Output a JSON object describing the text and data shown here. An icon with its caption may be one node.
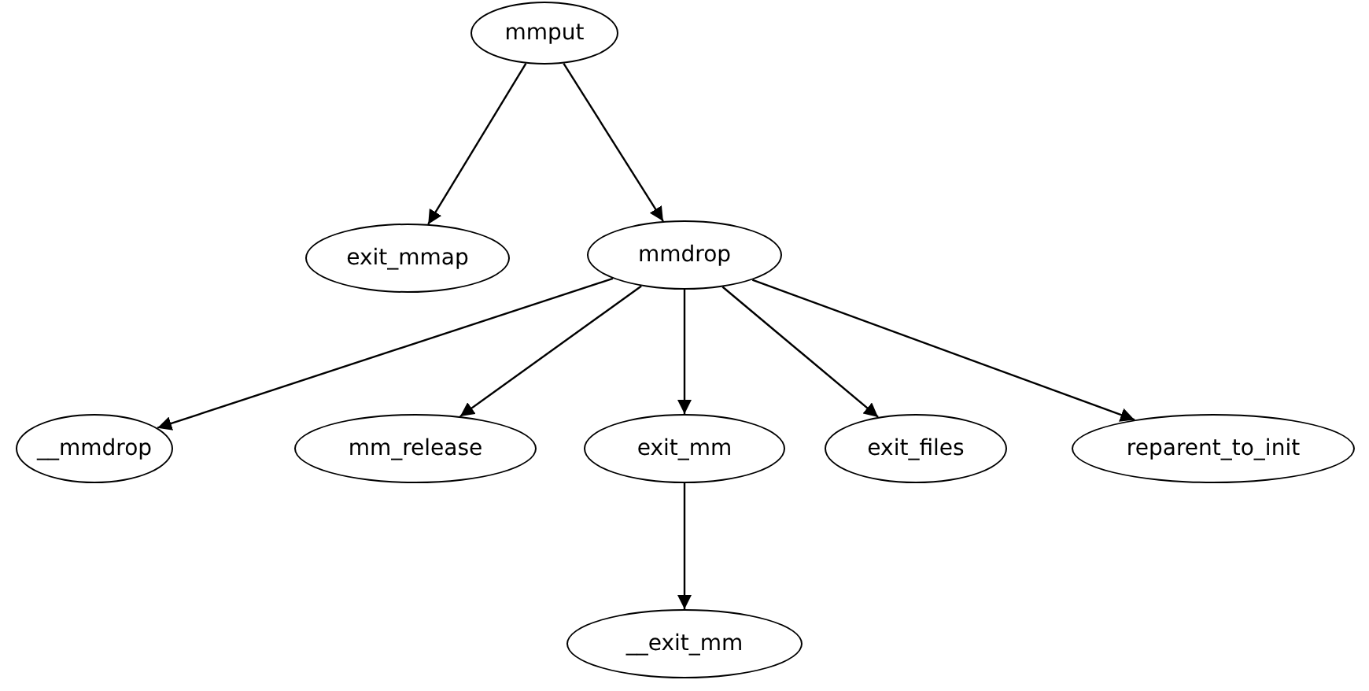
{
  "diagram": {
    "nodes": [
      {
        "text": [
          "mmput"
        ]
      },
      {
        "text": [
          "exit_mmap"
        ]
      },
      {
        "text": [
          "mmdrop"
        ]
      },
      {
        "text": [
          "__mmdrop"
        ]
      },
      {
        "text": [
          "mm_release"
        ]
      },
      {
        "text": [
          "exit_mm"
        ]
      },
      {
        "text": [
          "exit_files"
        ]
      },
      {
        "text": [
          "reparent_to_init"
        ]
      },
      {
        "text": [
          "__exit_mm"
        ]
      }
    ],
    "edges": [
      {
        "from": 0,
        "to": 1,
        "arrow": "to"
      },
      {
        "from": 0,
        "to": 2,
        "arrow": "to"
      },
      {
        "from": 2,
        "to": 3,
        "arrow": "to"
      },
      {
        "from": 2,
        "to": 4,
        "arrow": "to"
      },
      {
        "from": 2,
        "to": 5,
        "arrow": "to"
      },
      {
        "from": 2,
        "to": 6,
        "arrow": "to"
      },
      {
        "from": 2,
        "to": 7,
        "arrow": "to"
      },
      {
        "from": 5,
        "to": 8,
        "arrow": "to"
      }
    ]
  }
}
